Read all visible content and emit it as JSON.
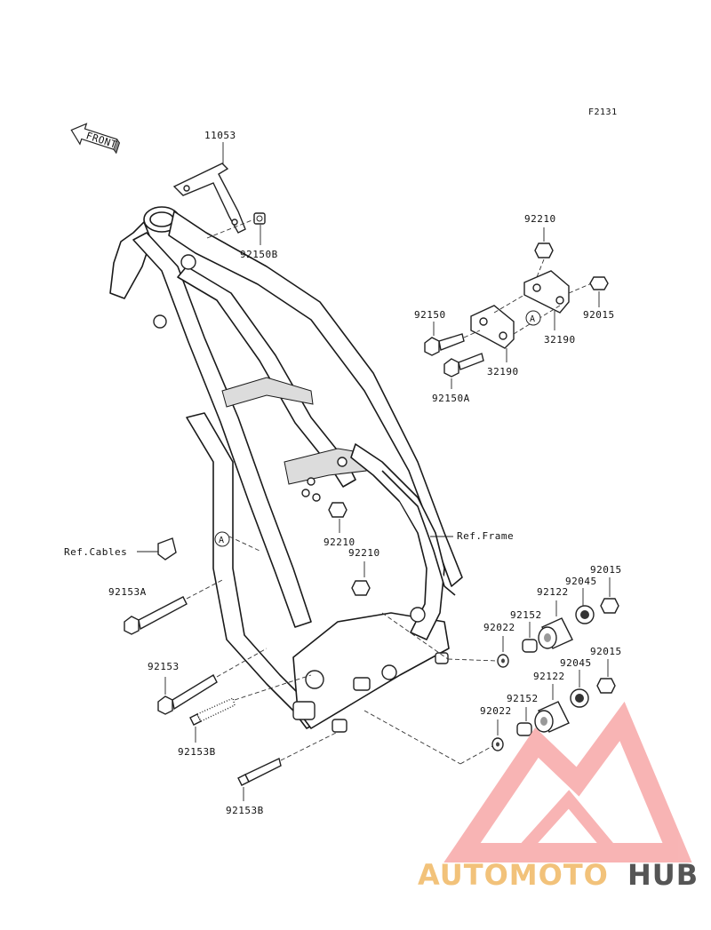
{
  "figure_code": "F2131",
  "front_label": "FRONT",
  "watermark": {
    "brand_part1": "AUTOMOTO",
    "brand_part2": "HUB",
    "color_main": "#f7a8a8",
    "color_accent": "#f29c9c",
    "color_hub": "#555555",
    "color_auto": "#f2c27a"
  },
  "callouts": {
    "p11053": "11053",
    "p92150B": "92150B",
    "p92210_top": "92210",
    "p92015_top": "92015",
    "p92150": "92150",
    "p32190_a": "32190",
    "p32190_b": "32190",
    "p92150A": "92150A",
    "p92210_mid": "92210",
    "p92210_low": "92210",
    "ref_frame": "Ref.Frame",
    "ref_cables": "Ref.Cables",
    "p92153A": "92153A",
    "p92153": "92153",
    "p92153B_a": "92153B",
    "p92153B_b": "92153B",
    "p92015_r1": "92015",
    "p92045_r1": "92045",
    "p92122_r1": "92122",
    "p92152_r1": "92152",
    "p92022_r1": "92022",
    "p92015_r2": "92015",
    "p92045_r2": "92045",
    "p92122_r2": "92122",
    "p92152_r2": "92152",
    "p92022_r2": "92022",
    "marker_A": "A"
  }
}
